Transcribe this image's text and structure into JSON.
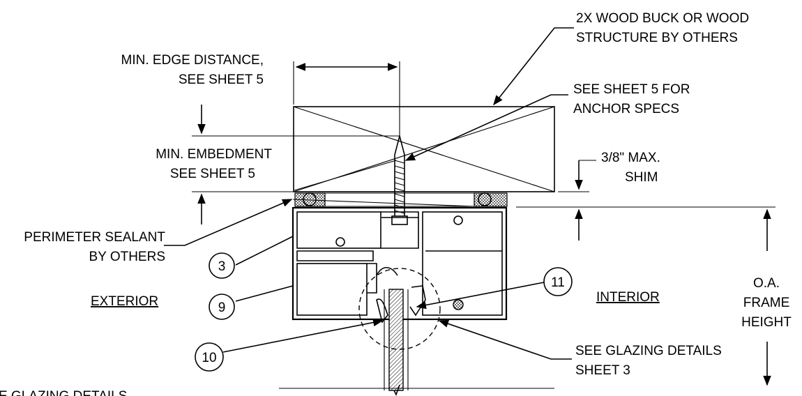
{
  "labels": {
    "wood_buck_1": "2X WOOD BUCK OR WOOD",
    "wood_buck_2": "STRUCTURE BY OTHERS",
    "edge_dist_1": "MIN. EDGE DISTANCE,",
    "edge_dist_2": "SEE SHEET 5",
    "anchor_1": "SEE SHEET 5 FOR",
    "anchor_2": "ANCHOR SPECS",
    "embed_1": "MIN. EMBEDMENT",
    "embed_2": "SEE SHEET 5",
    "shim_1": "3/8\" MAX.",
    "shim_2": "SHIM",
    "sealant_1": "PERIMETER SEALANT",
    "sealant_2": "BY OTHERS",
    "exterior": "EXTERIOR",
    "interior": "INTERIOR",
    "oa_1": "O.A.",
    "oa_2": "FRAME",
    "oa_3": "HEIGHT",
    "glazing_1": "SEE GLAZING DETAILS",
    "glazing_2": "SHEET 3",
    "cut_off": "E GLAZING DETAILS"
  },
  "callouts": {
    "c3": "3",
    "c9": "9",
    "c10": "10",
    "c11": "11"
  }
}
